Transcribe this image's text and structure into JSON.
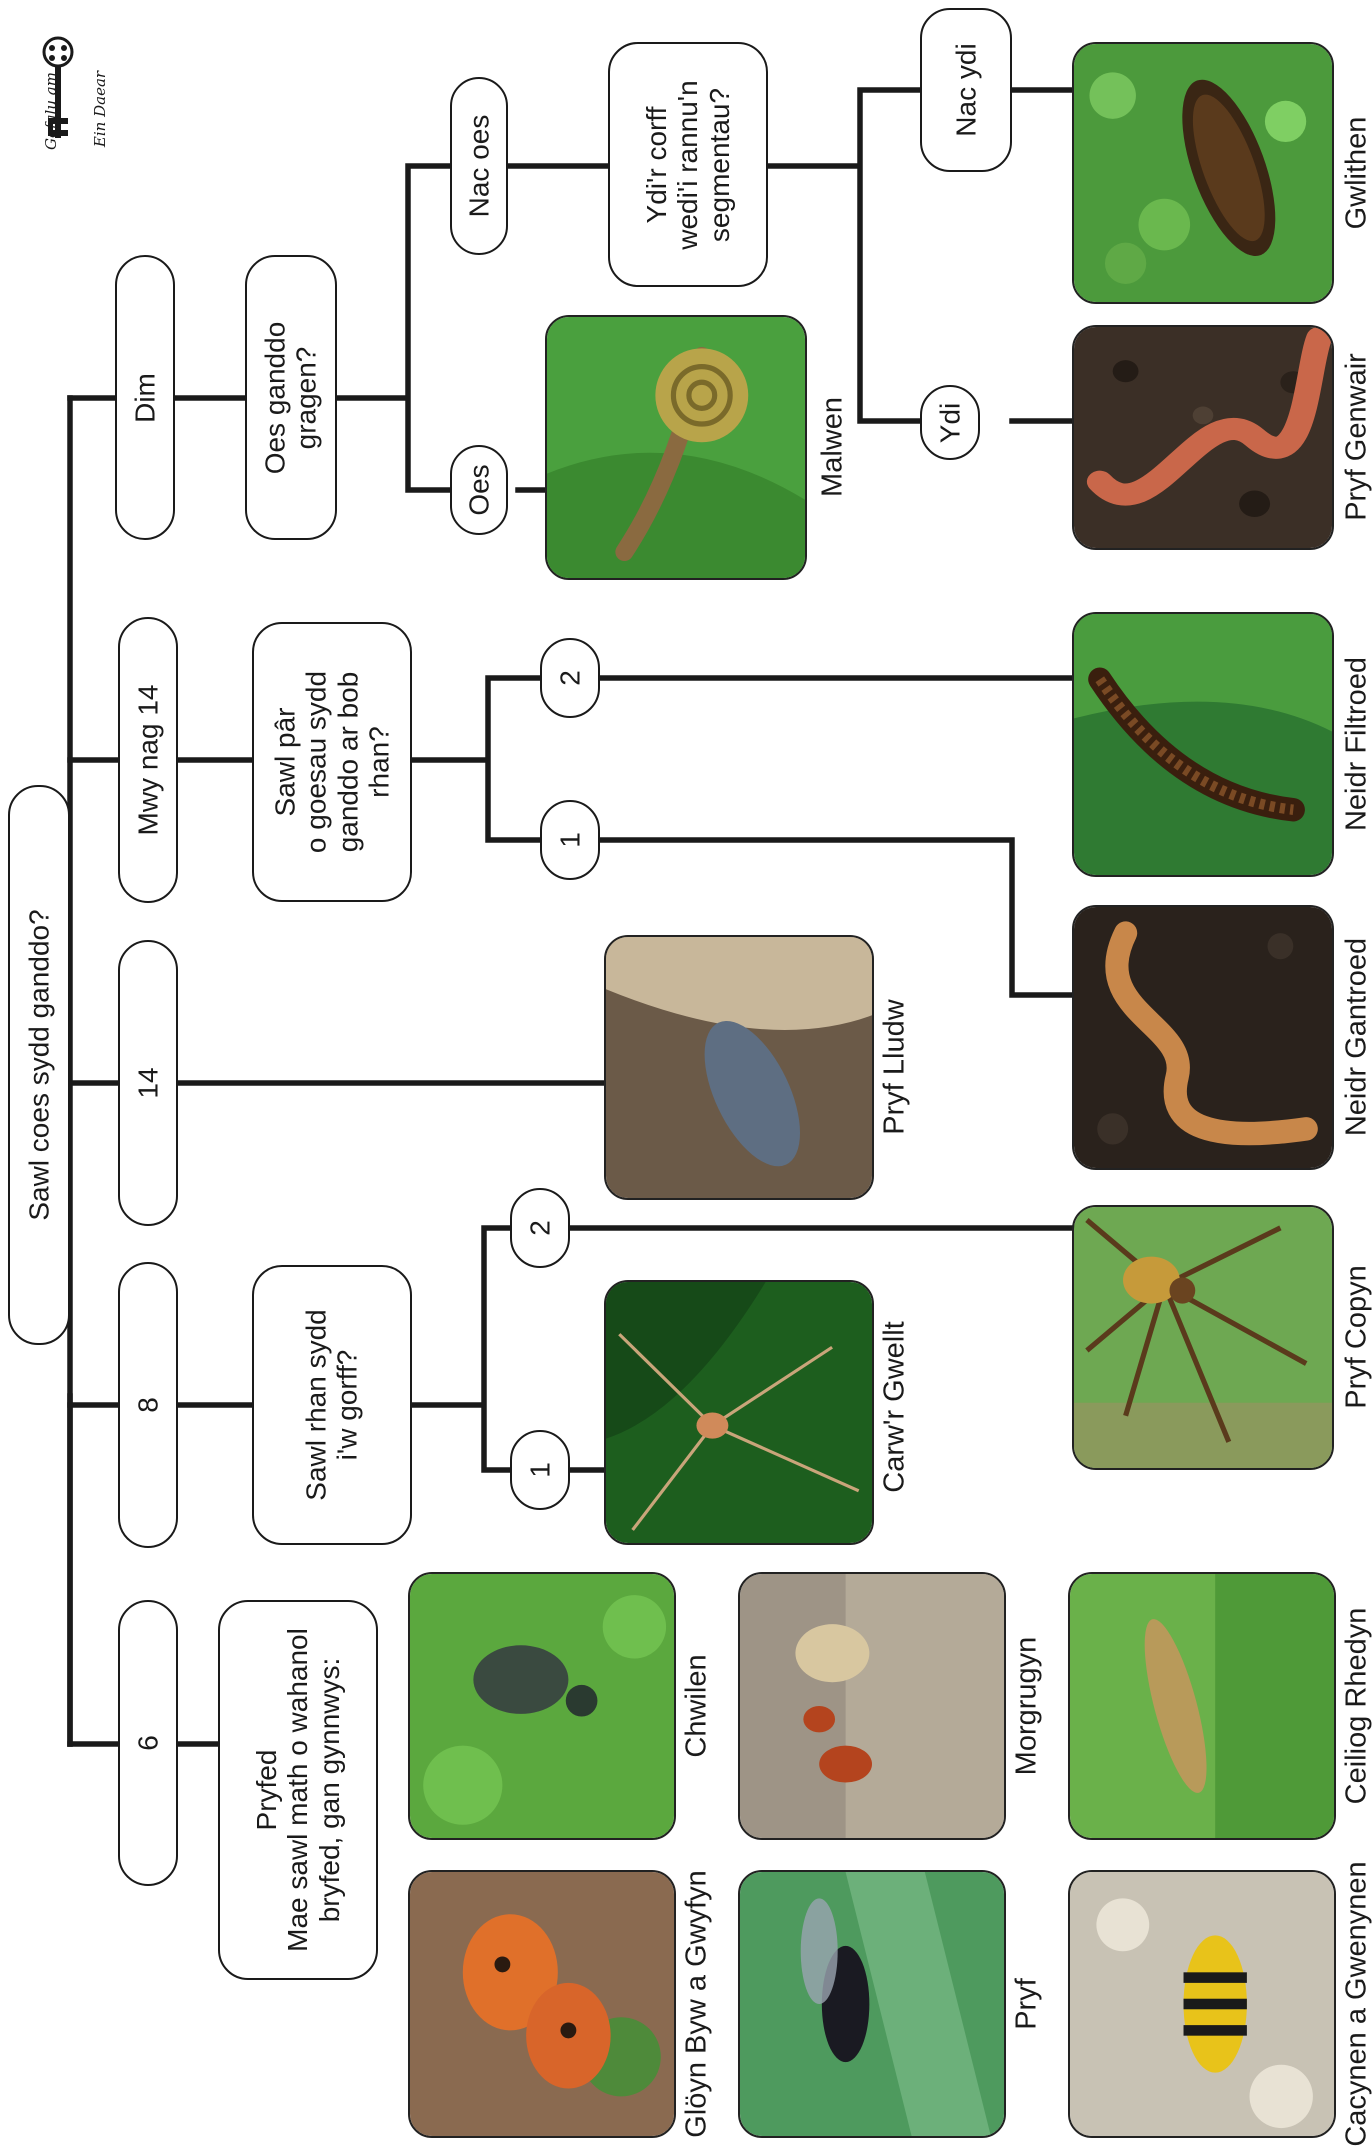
{
  "logo": {
    "line1": "Gofalu am",
    "line2": "Ein Daear"
  },
  "root": {
    "text": "Sawl coes sydd ganddo?"
  },
  "branches": {
    "six": "6",
    "eight": "8",
    "fourteen": "14",
    "more14": "Mwy nag 14",
    "none": "Dim"
  },
  "questions": {
    "insects": "Pryfed\nMae sawl math o wahanol\nbryfed, gan gynnwys:",
    "body_parts": "Sawl rhan sydd\ni'w gorff?",
    "legs_pairs": "Sawl pâr\no goesau sydd\nganddo ar bob\nrhan?",
    "shell": "Oes ganddo\ngragen?",
    "segments": "Ydi'r corff\nwedi'i rannu'n\nsegmentau?"
  },
  "answers": {
    "one_a": "1",
    "two_a": "2",
    "one_b": "1",
    "two_b": "2",
    "oes": "Oes",
    "nac_oes": "Nac oes",
    "ydi": "Ydi",
    "nac_ydi": "Nac ydi"
  },
  "animals": {
    "butterfly": "Glöyn Byw a Gwyfyn",
    "beetle": "Chwilen",
    "fly": "Pryf",
    "ant": "Morgrugyn",
    "wasp": "Cacynen a Gwenynen",
    "grasshopper": "Ceiliog Rhedyn",
    "harvestman": "Carw'r Gwellt",
    "spider": "Pryf Copyn",
    "woodlouse": "Pryf Lludw",
    "centipede": "Neidr Gantroed",
    "millipede": "Neidr Filtroed",
    "snail": "Malwen",
    "earthworm": "Pryf Genwair",
    "slug": "Gwlithen"
  }
}
